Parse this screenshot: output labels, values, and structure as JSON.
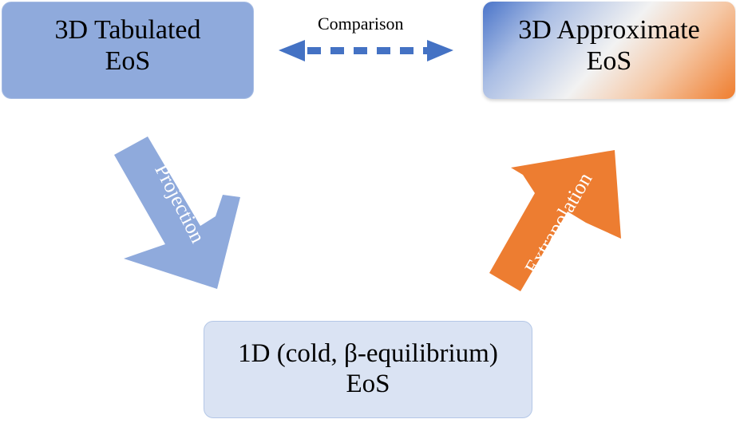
{
  "nodes": {
    "tabulated": {
      "line1": "3D Tabulated",
      "line2": "EoS"
    },
    "approximate": {
      "line1": "3D Approximate",
      "line2": "EoS"
    },
    "one_d": {
      "line1": "1D (cold, β-equilibrium)",
      "line2": "EoS"
    }
  },
  "edges": {
    "comparison": "Comparison",
    "projection": "Projection",
    "extrapolation": "Extrapolation"
  },
  "colors": {
    "tabulated_fill": "#8faadc",
    "one_d_fill": "#dae3f3",
    "projection_arrow": "#8faadc",
    "extrapolation_arrow": "#ed7d31",
    "comparison_arrow": "#4472c4"
  }
}
